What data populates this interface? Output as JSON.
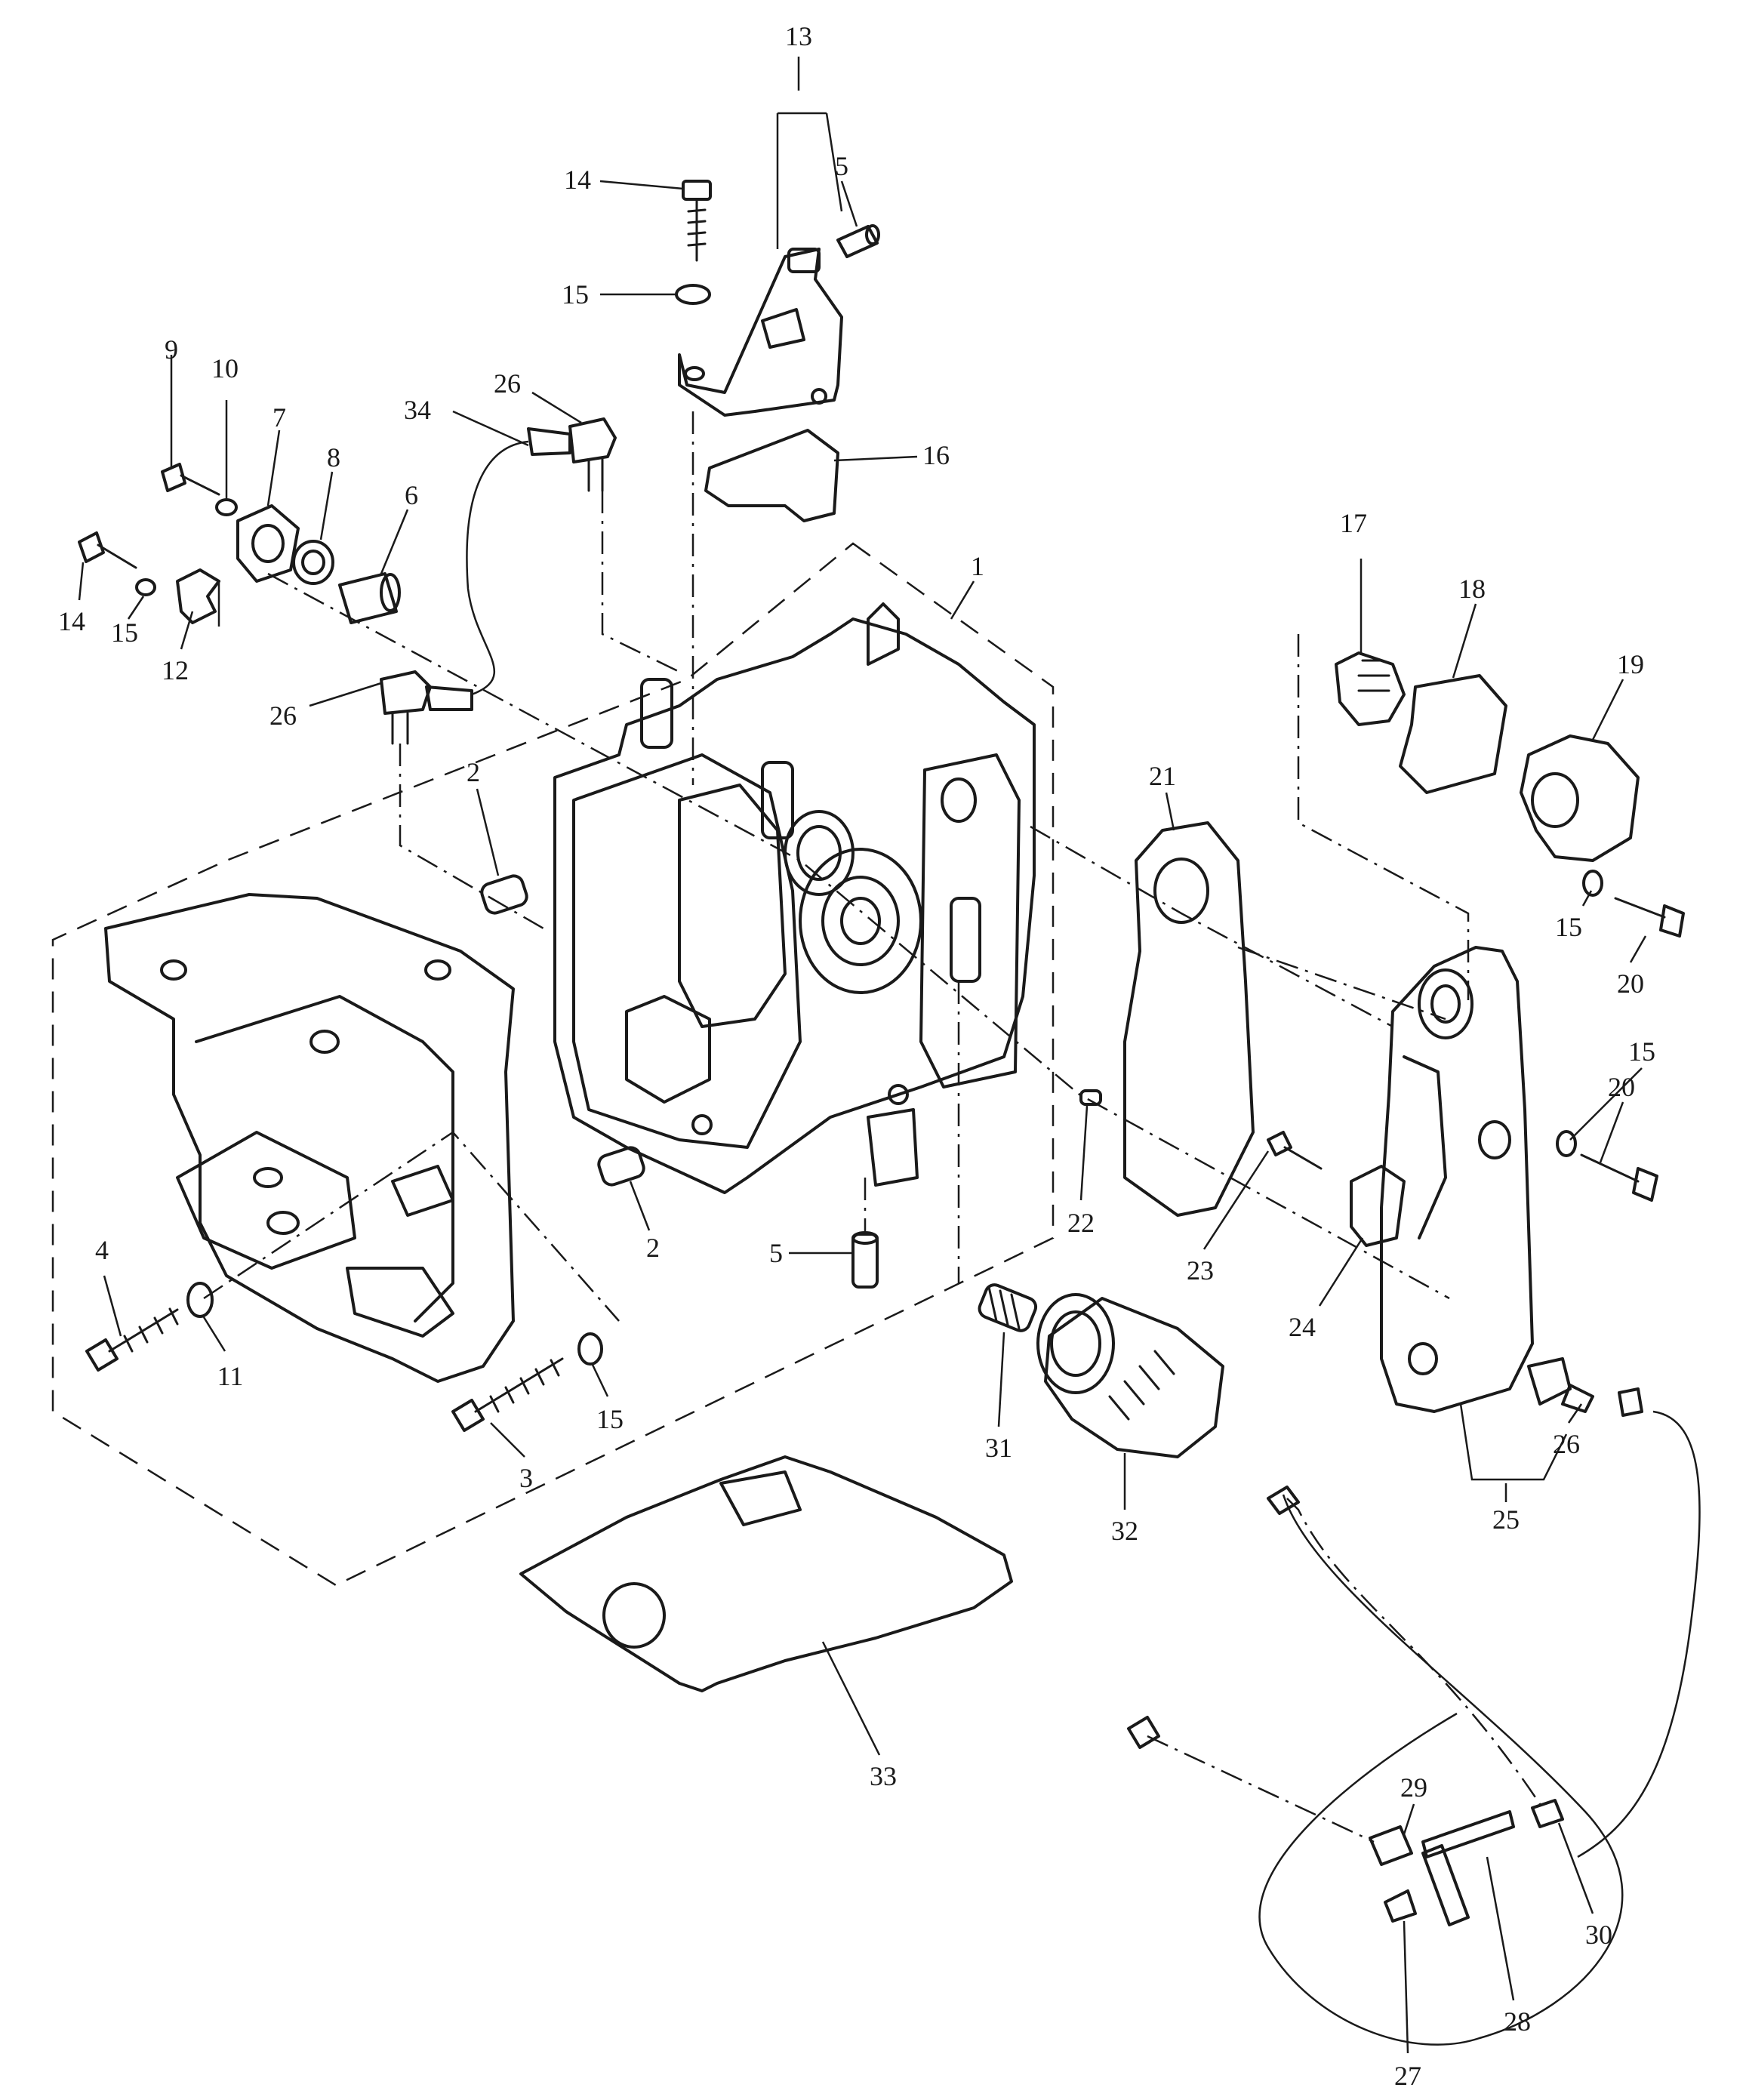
{
  "colors": {
    "line": "#1a1a1a",
    "background": "#ffffff"
  },
  "callouts": [
    {
      "id": "p1",
      "label": "1"
    },
    {
      "id": "p2a",
      "label": "2"
    },
    {
      "id": "p2b",
      "label": "2"
    },
    {
      "id": "p3",
      "label": "3"
    },
    {
      "id": "p4",
      "label": "4"
    },
    {
      "id": "p5a",
      "label": "5"
    },
    {
      "id": "p5b",
      "label": "5"
    },
    {
      "id": "p6",
      "label": "6"
    },
    {
      "id": "p7",
      "label": "7"
    },
    {
      "id": "p8",
      "label": "8"
    },
    {
      "id": "p9",
      "label": "9"
    },
    {
      "id": "p10",
      "label": "10"
    },
    {
      "id": "p11",
      "label": "11"
    },
    {
      "id": "p12",
      "label": "12"
    },
    {
      "id": "p13",
      "label": "13"
    },
    {
      "id": "p14a",
      "label": "14"
    },
    {
      "id": "p14b",
      "label": "14"
    },
    {
      "id": "p15a",
      "label": "15"
    },
    {
      "id": "p15b",
      "label": "15"
    },
    {
      "id": "p15c",
      "label": "15"
    },
    {
      "id": "p15d",
      "label": "15"
    },
    {
      "id": "p15e",
      "label": "15"
    },
    {
      "id": "p16",
      "label": "16"
    },
    {
      "id": "p17",
      "label": "17"
    },
    {
      "id": "p18",
      "label": "18"
    },
    {
      "id": "p19",
      "label": "19"
    },
    {
      "id": "p20a",
      "label": "20"
    },
    {
      "id": "p20b",
      "label": "20"
    },
    {
      "id": "p21",
      "label": "21"
    },
    {
      "id": "p22",
      "label": "22"
    },
    {
      "id": "p23",
      "label": "23"
    },
    {
      "id": "p24",
      "label": "24"
    },
    {
      "id": "p25",
      "label": "25"
    },
    {
      "id": "p26a",
      "label": "26"
    },
    {
      "id": "p26b",
      "label": "26"
    },
    {
      "id": "p26c",
      "label": "26"
    },
    {
      "id": "p27",
      "label": "27"
    },
    {
      "id": "p28",
      "label": "28"
    },
    {
      "id": "p29",
      "label": "29"
    },
    {
      "id": "p30",
      "label": "30"
    },
    {
      "id": "p31",
      "label": "31"
    },
    {
      "id": "p32",
      "label": "32"
    },
    {
      "id": "p33",
      "label": "33"
    },
    {
      "id": "p34",
      "label": "34"
    }
  ]
}
